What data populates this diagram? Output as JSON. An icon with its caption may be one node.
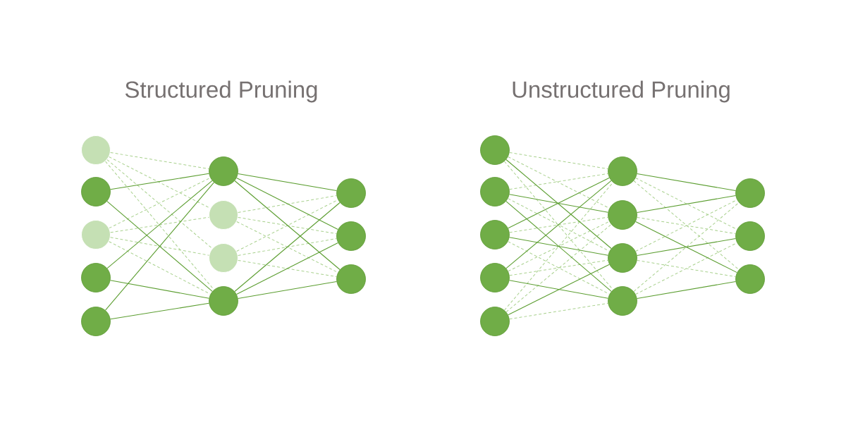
{
  "diagram": {
    "labels": [
      "Structured Pruning",
      "Unstructured Pruning"
    ],
    "nodes": [
      {
        "text": [],
        "shape": "circle"
      },
      {
        "text": [],
        "shape": "circle"
      },
      {
        "text": [],
        "shape": "circle"
      },
      {
        "text": [],
        "shape": "circle"
      },
      {
        "text": [],
        "shape": "circle"
      },
      {
        "text": [],
        "shape": "circle"
      },
      {
        "text": [],
        "shape": "circle"
      },
      {
        "text": [],
        "shape": "circle"
      },
      {
        "text": [],
        "shape": "circle"
      },
      {
        "text": [],
        "shape": "circle"
      },
      {
        "text": [],
        "shape": "circle"
      },
      {
        "text": [],
        "shape": "circle"
      },
      {
        "text": [],
        "shape": "circle"
      },
      {
        "text": [],
        "shape": "circle"
      },
      {
        "text": [],
        "shape": "circle"
      },
      {
        "text": [],
        "shape": "circle"
      },
      {
        "text": [],
        "shape": "circle"
      },
      {
        "text": [],
        "shape": "circle"
      },
      {
        "text": [],
        "shape": "circle"
      },
      {
        "text": [],
        "shape": "circle"
      },
      {
        "text": [],
        "shape": "circle"
      },
      {
        "text": [],
        "shape": "circle"
      },
      {
        "text": [],
        "shape": "circle"
      },
      {
        "text": [],
        "shape": "circle"
      }
    ],
    "edges": [
      {
        "from": 0,
        "to": 5,
        "arrow": "none",
        "style": "dashed"
      },
      {
        "from": 0,
        "to": 6,
        "arrow": "none",
        "style": "dashed"
      },
      {
        "from": 0,
        "to": 7,
        "arrow": "none",
        "style": "dashed"
      },
      {
        "from": 0,
        "to": 8,
        "arrow": "none",
        "style": "dashed"
      },
      {
        "from": 1,
        "to": 5,
        "arrow": "none",
        "color": "#5c9e31"
      },
      {
        "from": 1,
        "to": 8,
        "arrow": "none",
        "color": "#5c9e31"
      },
      {
        "from": 2,
        "to": 5,
        "arrow": "none",
        "style": "dashed"
      },
      {
        "from": 2,
        "to": 6,
        "arrow": "none",
        "style": "dashed"
      },
      {
        "from": 2,
        "to": 7,
        "arrow": "none",
        "style": "dashed"
      },
      {
        "from": 2,
        "to": 8,
        "arrow": "none",
        "style": "dashed"
      },
      {
        "from": 3,
        "to": 5,
        "arrow": "none",
        "color": "#5c9e31"
      },
      {
        "from": 3,
        "to": 8,
        "arrow": "none",
        "color": "#5c9e31"
      },
      {
        "from": 4,
        "to": 5,
        "arrow": "none",
        "color": "#5c9e31"
      },
      {
        "from": 4,
        "to": 8,
        "arrow": "none",
        "color": "#5c9e31"
      },
      {
        "from": 5,
        "to": 9,
        "arrow": "none",
        "color": "#5c9e31"
      },
      {
        "from": 5,
        "to": 10,
        "arrow": "none",
        "color": "#5c9e31"
      },
      {
        "from": 5,
        "to": 11,
        "arrow": "none",
        "color": "#5c9e31"
      },
      {
        "from": 6,
        "to": 9,
        "arrow": "none",
        "style": "dashed"
      },
      {
        "from": 6,
        "to": 10,
        "arrow": "none",
        "style": "dashed"
      },
      {
        "from": 6,
        "to": 11,
        "arrow": "none",
        "style": "dashed"
      },
      {
        "from": 7,
        "to": 9,
        "arrow": "none",
        "style": "dashed"
      },
      {
        "from": 7,
        "to": 10,
        "arrow": "none",
        "style": "dashed"
      },
      {
        "from": 7,
        "to": 11,
        "arrow": "none",
        "style": "dashed"
      },
      {
        "from": 8,
        "to": 9,
        "arrow": "none",
        "color": "#5c9e31"
      },
      {
        "from": 8,
        "to": 10,
        "arrow": "none",
        "color": "#5c9e31"
      },
      {
        "from": 8,
        "to": 11,
        "arrow": "none",
        "color": "#5c9e31"
      },
      {
        "from": 12,
        "to": 17,
        "arrow": "none",
        "style": "dashed"
      },
      {
        "from": 12,
        "to": 18,
        "arrow": "none",
        "style": "dashed"
      },
      {
        "from": 12,
        "to": 19,
        "arrow": "none",
        "color": "#5c9e31"
      },
      {
        "from": 12,
        "to": 20,
        "arrow": "none",
        "style": "dashed"
      },
      {
        "from": 13,
        "to": 17,
        "arrow": "none",
        "style": "dashed"
      },
      {
        "from": 13,
        "to": 18,
        "arrow": "none",
        "color": "#5c9e31"
      },
      {
        "from": 13,
        "to": 19,
        "arrow": "none",
        "style": "dashed"
      },
      {
        "from": 13,
        "to": 20,
        "arrow": "none",
        "color": "#5c9e31"
      },
      {
        "from": 14,
        "to": 17,
        "arrow": "none",
        "color": "#5c9e31"
      },
      {
        "from": 14,
        "to": 18,
        "arrow": "none",
        "style": "dashed"
      },
      {
        "from": 14,
        "to": 19,
        "arrow": "none",
        "color": "#5c9e31"
      },
      {
        "from": 14,
        "to": 20,
        "arrow": "none",
        "style": "dashed"
      },
      {
        "from": 15,
        "to": 17,
        "arrow": "none",
        "color": "#5c9e31"
      },
      {
        "from": 15,
        "to": 18,
        "arrow": "none",
        "style": "dashed"
      },
      {
        "from": 15,
        "to": 19,
        "arrow": "none",
        "style": "dashed"
      },
      {
        "from": 15,
        "to": 20,
        "arrow": "none",
        "color": "#5c9e31"
      },
      {
        "from": 16,
        "to": 17,
        "arrow": "none",
        "style": "dashed"
      },
      {
        "from": 16,
        "to": 18,
        "arrow": "none",
        "style": "dashed"
      },
      {
        "from": 16,
        "to": 19,
        "arrow": "none",
        "color": "#5c9e31"
      },
      {
        "from": 16,
        "to": 20,
        "arrow": "none",
        "style": "dashed"
      },
      {
        "from": 17,
        "to": 21,
        "arrow": "none",
        "color": "#5c9e31"
      },
      {
        "from": 17,
        "to": 22,
        "arrow": "none",
        "style": "dashed"
      },
      {
        "from": 17,
        "to": 23,
        "arrow": "none",
        "style": "dashed"
      },
      {
        "from": 18,
        "to": 21,
        "arrow": "none",
        "color": "#5c9e31"
      },
      {
        "from": 18,
        "to": 22,
        "arrow": "none",
        "style": "dashed"
      },
      {
        "from": 18,
        "to": 23,
        "arrow": "none",
        "color": "#5c9e31"
      },
      {
        "from": 19,
        "to": 21,
        "arrow": "none",
        "style": "dashed"
      },
      {
        "from": 19,
        "to": 22,
        "arrow": "none",
        "color": "#5c9e31"
      },
      {
        "from": 19,
        "to": 23,
        "arrow": "none",
        "style": "dashed"
      },
      {
        "from": 20,
        "to": 21,
        "arrow": "none",
        "style": "dashed"
      },
      {
        "from": 20,
        "to": 22,
        "arrow": "none",
        "style": "dashed"
      },
      {
        "from": 20,
        "to": 23,
        "arrow": "none",
        "color": "#5c9e31"
      }
    ]
  }
}
